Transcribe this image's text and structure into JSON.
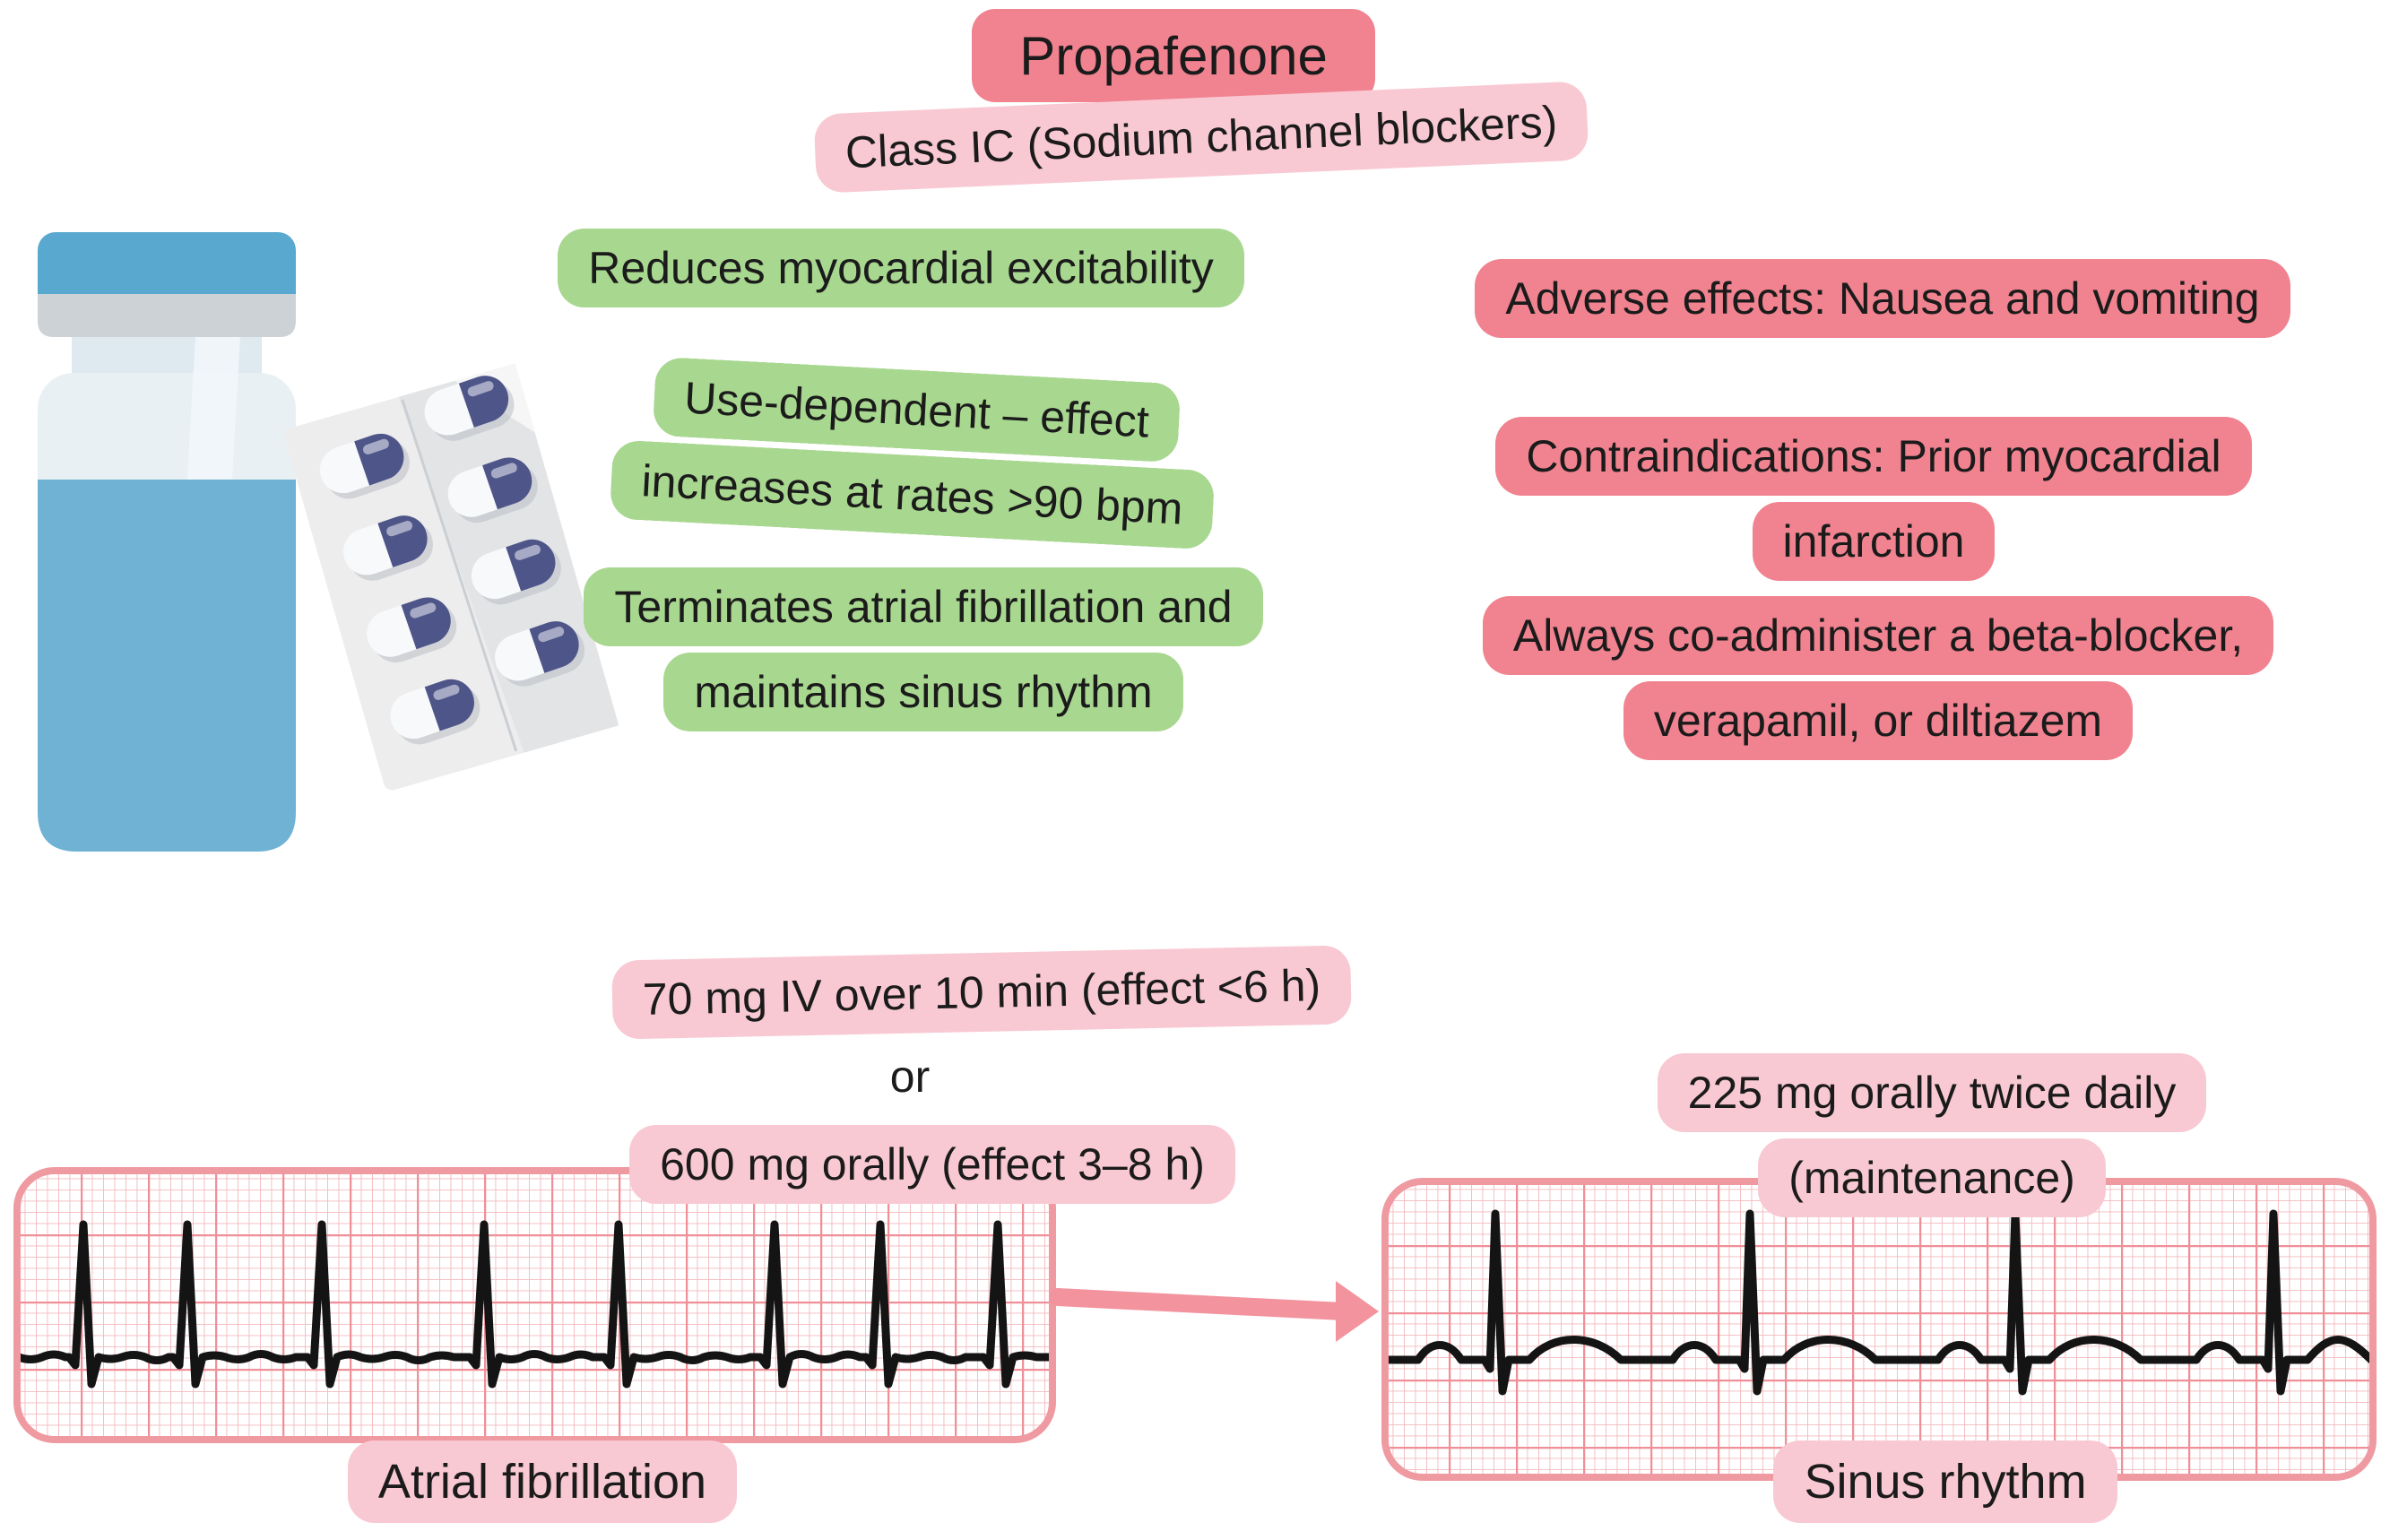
{
  "title": "Propafenone",
  "subtitle": "Class IC (Sodium channel blockers)",
  "pharmacology_notes": [
    "Reduces myocardial excitability",
    "Use-dependent – effect\nincreases at rates >90 bpm",
    "Terminates atrial fibrillation and\nmaintains sinus rhythm"
  ],
  "safety_notes": [
    "Adverse effects: Nausea and vomiting",
    "Contraindications: Prior myocardial\ninfarction",
    "Always co-administer a beta-blocker,\nverapamil, or diltiazem"
  ],
  "dosing": {
    "iv": "70 mg IV over 10 min (effect <6 h)",
    "or": "or",
    "oral": "600 mg orally (effect 3–8 h)",
    "maintenance": "225 mg orally twice daily\n(maintenance)"
  },
  "ecg_left": {
    "label": "Atrial fibrillation",
    "beats_x": [
      78,
      194,
      344,
      525,
      675,
      849,
      967,
      1098
    ]
  },
  "ecg_right": {
    "label": "Sinus rhythm",
    "beats_x": [
      127,
      411,
      707,
      995
    ]
  },
  "icons": {
    "vial": "medicine-vial-icon",
    "blister_pack": "pill-blister-pack-icon",
    "capsule": "capsule-icon",
    "arrow": "right-arrow-icon"
  },
  "colors": {
    "title_bubble": "#f0838f",
    "warning_bubble": "#f0838f",
    "light_pink_bubble": "#f9c9d3",
    "green_bubble": "#a8d78f",
    "text": "#1b1b1b",
    "ecg_grid_minor": "#f3b9be",
    "ecg_grid_major": "#ef8f98",
    "ecg_border": "#ef99a1",
    "ecg_trace": "#141414",
    "arrow": "#f2939e",
    "vial_cap_blue": "#58a8cf",
    "vial_liquid_blue": "#6fb2d4",
    "vial_glass": "#e9f0f4",
    "capsule_indigo": "#4e5588"
  }
}
